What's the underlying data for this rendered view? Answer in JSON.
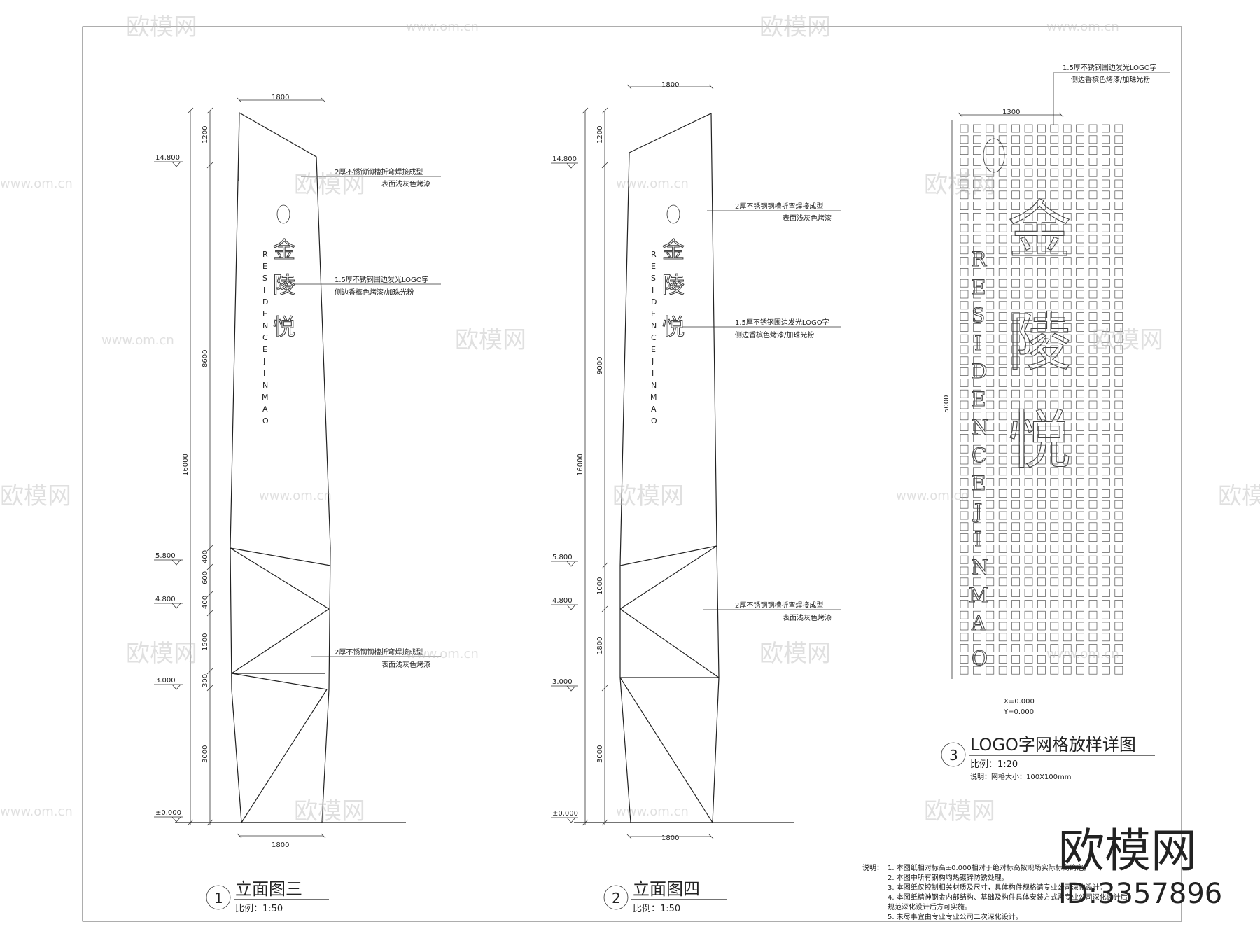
{
  "drawing": {
    "elevation3": {
      "number": "1",
      "title": "立面图三",
      "scale": "比例：1:50",
      "top_width": "1800",
      "bottom_width": "1800",
      "dims": [
        "1200",
        "8600",
        "16000",
        "400",
        "600",
        "400",
        "1500",
        "300",
        "3000"
      ],
      "levels": [
        "14.800",
        "5.800",
        "4.800",
        "3.000",
        "±0.000"
      ],
      "note_top": [
        "2厚不锈钢钢槽折弯焊接成型",
        "表面浅灰色烤漆"
      ],
      "note_logo": [
        "1.5厚不锈钢围边发光LOGO字",
        "侧边香槟色烤漆/加珠光粉"
      ],
      "note_bottom": [
        "2厚不锈钢钢槽折弯焊接成型",
        "表面浅灰色烤漆"
      ]
    },
    "elevation4": {
      "number": "2",
      "title": "立面图四",
      "scale": "比例：1:50",
      "top_width": "1800",
      "bottom_width": "1800",
      "dims": [
        "1200",
        "9000",
        "16000",
        "1000",
        "1800",
        "3000"
      ],
      "levels": [
        "14.800",
        "5.800",
        "4.800",
        "3.000",
        "±0.000"
      ],
      "note_top": [
        "2厚不锈钢钢槽折弯焊接成型",
        "表面浅灰色烤漆"
      ],
      "note_logo": [
        "1.5厚不锈钢围边发光LOGO字",
        "侧边香槟色烤漆/加珠光粉"
      ],
      "note_bottom": [
        "2厚不锈钢钢槽折弯焊接成型",
        "表面浅灰色烤漆"
      ]
    },
    "logo_grid": {
      "number": "3",
      "title": "LOGO字网格放样详图",
      "scale": "比例：1:20",
      "note": "说明：网格大小：100X100mm",
      "width": "1300",
      "height": "5000",
      "origin_x": "X=0.000",
      "origin_y": "Y=0.000",
      "note_top": [
        "1.5厚不锈钢围边发光LOGO字",
        "侧边香槟色烤漆/加珠光粉"
      ]
    },
    "logo": {
      "chars": [
        "金",
        "陵",
        "悦"
      ],
      "letters": [
        "R",
        "E",
        "S",
        "I",
        "D",
        "E",
        "N",
        "C",
        "E",
        "J",
        "I",
        "N",
        "M",
        "A",
        "O"
      ]
    },
    "notes": {
      "label": "说明：",
      "items": [
        "1. 本图纸相对标高±0.000相对于绝对标高按现场实际标高确定。",
        "2. 本图中所有钢构均热镀锌防锈处理。",
        "3. 本图纸仅控制相关材质及尺寸，具体构件规格请专业公司深化设计。",
        "4. 本图纸精神钢金内部结构、基础及构件具体安装方式需专业公司深化设计后",
        "   规范深化设计后方可实施。",
        "5. 未尽事宜由专业专业公司二次深化设计。"
      ]
    },
    "watermark": {
      "brand": "欧模网",
      "url": "www.om.cn",
      "id": "ID:3357896"
    }
  }
}
